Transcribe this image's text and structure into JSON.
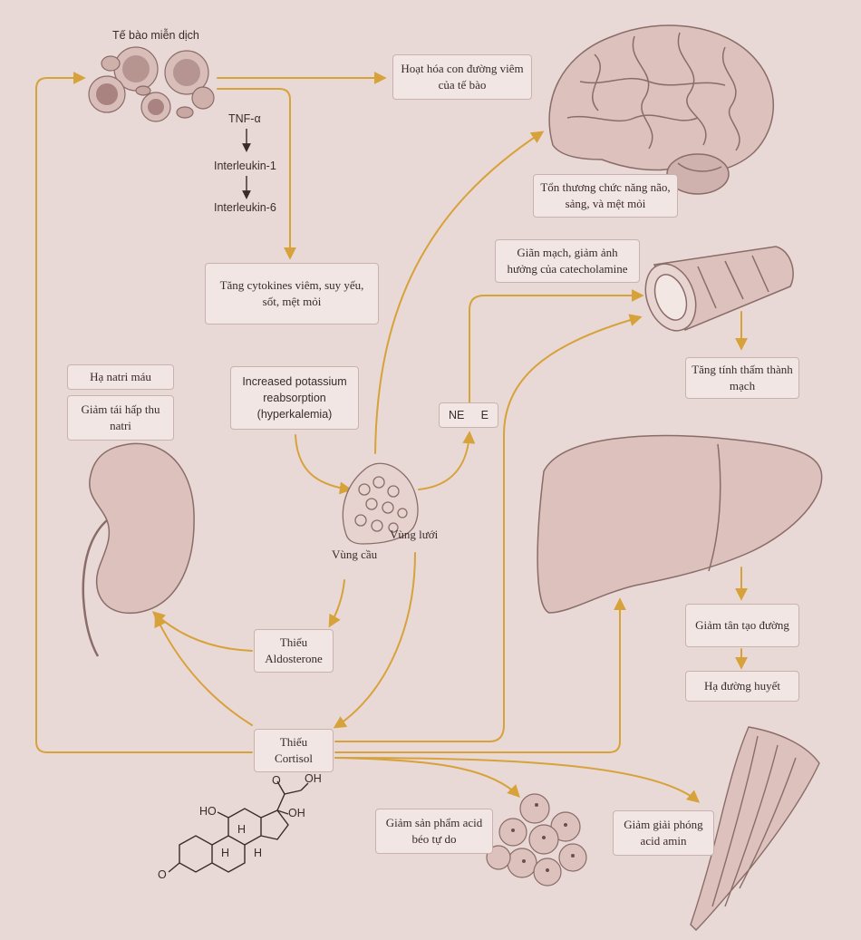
{
  "colors": {
    "background": "#e9d9d6",
    "arrow": "#d7a23a",
    "box_fill": "#f1e6e3",
    "box_border": "#c9b2ad",
    "organ_fill": "#dcc1bd",
    "organ_stroke": "#8a6c68"
  },
  "labels": {
    "immune_cells": "Tế bào miễn dịch",
    "tnf": "TNF-α",
    "il1": "Interleukin-1",
    "il6": "Interleukin-6",
    "zona_glomerulosa": "Vùng cầu",
    "zona_reticularis": "Vùng lưới"
  },
  "boxes": {
    "inflammatory_pathway": "Hoạt hóa con đường viêm của tế bào",
    "brain_damage": "Tổn thương chức năng não, sảng, và mệt mỏi",
    "vasodilation": "Giãn mạch, giảm ảnh hưởng của catecholamine",
    "cytokines": "Tăng cytokines viêm, suy yếu, sốt, mệt mỏi",
    "hyponatremia": "Hạ natri máu",
    "sodium_reabsorption": "Giảm tái hấp thu natri",
    "potassium": "Increased potassium reabsorption (hyperkalemia)",
    "ne_e_left": "NE",
    "ne_e_right": "E",
    "permeability": "Tăng tính thấm thành mạch",
    "gluconeogenesis": "Giảm tân tạo đường",
    "hypoglycemia": "Hạ đường huyết",
    "aldosterone": "Thiếu Aldosterone",
    "cortisol": "Thiếu Cortisol",
    "fatty_acid": "Giảm sản phẩm acid béo tự do",
    "amino_acid": "Giảm giải phóng acid amin"
  },
  "molecule": {
    "ho_top": "HO",
    "oh_side": "OH",
    "o_side": "O",
    "o_top": "O",
    "oh_top": "OH",
    "h1": "H",
    "h2": "H",
    "h3": "H"
  }
}
